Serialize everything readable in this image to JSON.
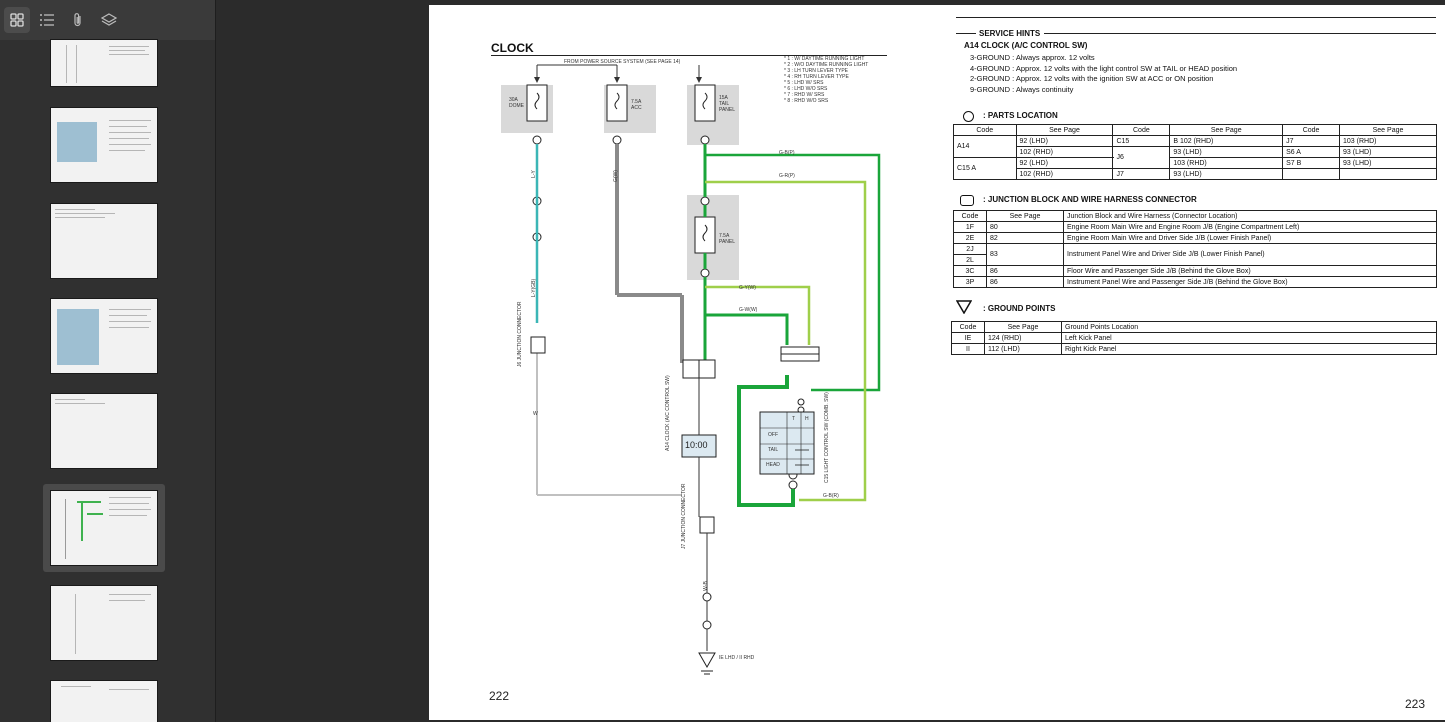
{
  "toolbar": {
    "icons": [
      "grid-view-icon",
      "list-view-icon",
      "attachment-icon",
      "layers-icon"
    ]
  },
  "page_left": {
    "title": "CLOCK",
    "source_label": "FROM POWER SOURCE SYSTEM (SEE PAGE 14)",
    "legend": [
      "* 1 : W/ DAYTIME RUNNING LIGHT",
      "* 2 : W/O DAYTIME RUNNING LIGHT",
      "* 3 : LH TURN LEVER TYPE",
      "* 4 : RH TURN LEVER TYPE",
      "* 5 : LHD W/ SRS",
      "* 6 : LHD W/O SRS",
      "* 7 : RHD W/ SRS",
      "* 8 : RHD W/O SRS"
    ],
    "fuses": [
      {
        "amp": "30A",
        "name": "DOME"
      },
      {
        "amp": "7.5A",
        "name": "ACC"
      },
      {
        "amp": "15A",
        "name": "TAIL PANEL"
      },
      {
        "amp": "7.5A",
        "name": "PANEL"
      }
    ],
    "clock_display": "10:00",
    "clock_label": "A14 CLOCK (A/C CONTROL SW)",
    "switch_label": "C15 LIGHT CONTROL SW (COMB. SW)",
    "switch_rows": [
      "OFF",
      "TAIL",
      "HEAD"
    ],
    "switch_cols": [
      "T",
      "H"
    ],
    "junction_label": "J6 JUNCTION CONNECTOR",
    "j7_label": "J7 JUNCTION CONNECTOR",
    "ground_label": "IE LHD / II RHD",
    "wire_labels": [
      "L-Y",
      "L-Y(GB)",
      "G(W)",
      "G-B(P)",
      "G-R(P)",
      "G-Y(W)",
      "G-W(W)",
      "W",
      "W-B",
      "G-B(R)"
    ],
    "page_number": "222"
  },
  "page_right": {
    "service_hints": {
      "heading": "SERVICE HINTS",
      "component": "A14  CLOCK (A/C CONTROL SW)",
      "lines": [
        {
          "pin": "3-GROUND",
          "text": ": Always approx. 12 volts"
        },
        {
          "pin": "4-GROUND",
          "text": ": Approx. 12 volts with the light control SW at TAIL or HEAD position"
        },
        {
          "pin": "2-GROUND",
          "text": ": Approx. 12 volts with the ignition SW at ACC or ON position"
        },
        {
          "pin": "9-GROUND",
          "text": ": Always continuity"
        }
      ]
    },
    "parts_location": {
      "heading": ": PARTS LOCATION",
      "headers": [
        "Code",
        "See Page",
        "Code",
        "See Page",
        "Code",
        "See Page"
      ],
      "rows": [
        [
          "A14",
          "92 (LHD)",
          "C15",
          "B",
          "102 (RHD)",
          "J7",
          "",
          "103 (RHD)"
        ],
        [
          "",
          "102 (RHD)",
          "J6",
          "",
          "93 (LHD)",
          "S6",
          "A",
          "93 (LHD)"
        ],
        [
          "C15",
          "A",
          "92 (LHD)",
          "",
          "103 (RHD)",
          "S7",
          "B",
          "93 (LHD)"
        ],
        [
          "",
          "",
          "102 (RHD)",
          "J7",
          "",
          "93 (LHD)",
          "",
          ""
        ]
      ]
    },
    "junction_block": {
      "heading": ": JUNCTION BLOCK AND WIRE HARNESS CONNECTOR",
      "headers": [
        "Code",
        "See Page",
        "Junction Block and Wire Harness (Connector Location)"
      ],
      "rows": [
        [
          "1F",
          "80",
          "Engine Room Main Wire and Engine Room J/B (Engine Compartment Left)"
        ],
        [
          "2E",
          "82",
          "Engine Room Main Wire and Driver Side J/B (Lower Finish Panel)"
        ],
        [
          "2J",
          "83",
          "Instrument Panel Wire and Driver Side J/B (Lower Finish Panel)"
        ],
        [
          "2L",
          "",
          ""
        ],
        [
          "3C",
          "86",
          "Floor Wire and Passenger Side J/B (Behind the Glove Box)"
        ],
        [
          "3P",
          "86",
          "Instrument Panel Wire and Passenger Side J/B (Behind the Glove Box)"
        ]
      ]
    },
    "ground_points": {
      "heading": ": GROUND POINTS",
      "headers": [
        "Code",
        "See Page",
        "Ground Points Location"
      ],
      "rows": [
        [
          "IE",
          "124 (RHD)",
          "Left Kick Panel"
        ],
        [
          "II",
          "112 (LHD)",
          "Right Kick Panel"
        ]
      ]
    },
    "page_number": "223"
  },
  "colors": {
    "wire_green": "#1aa53a",
    "wire_lightgreen": "#9fcf4a",
    "wire_cyan": "#3bb6b6",
    "wire_gray": "#8a8a8a"
  }
}
